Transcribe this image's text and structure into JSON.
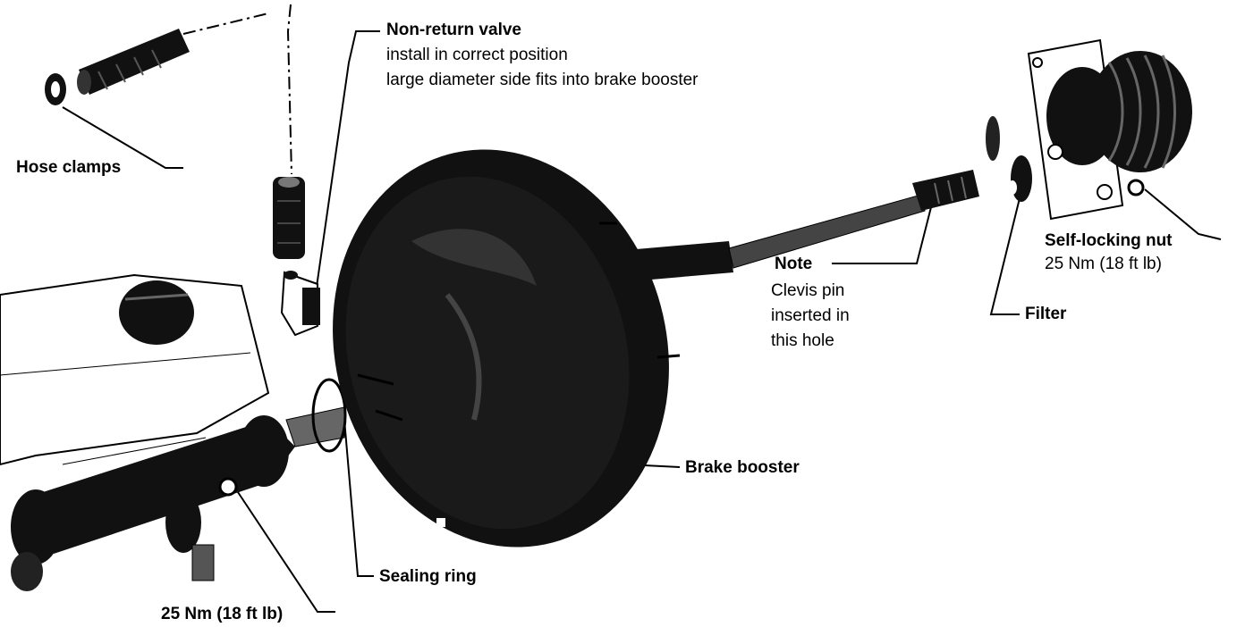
{
  "labels": {
    "non_return_valve": {
      "title": "Non-return valve",
      "line1": "install in correct position",
      "line2": "large diameter side fits into brake booster"
    },
    "hose_clamps": "Hose clamps",
    "self_locking_nut": {
      "title": "Self-locking nut",
      "torque": "25 Nm (18 ft lb)"
    },
    "note": {
      "title": "Note",
      "line1": "Clevis pin",
      "line2": "inserted in",
      "line3": "this hole"
    },
    "filter": "Filter",
    "brake_booster": "Brake booster",
    "sealing_ring": "Sealing ring",
    "torque_bottom": "25 Nm (18 ft lb)"
  },
  "colors": {
    "ink": "#000000",
    "paper": "#ffffff"
  }
}
